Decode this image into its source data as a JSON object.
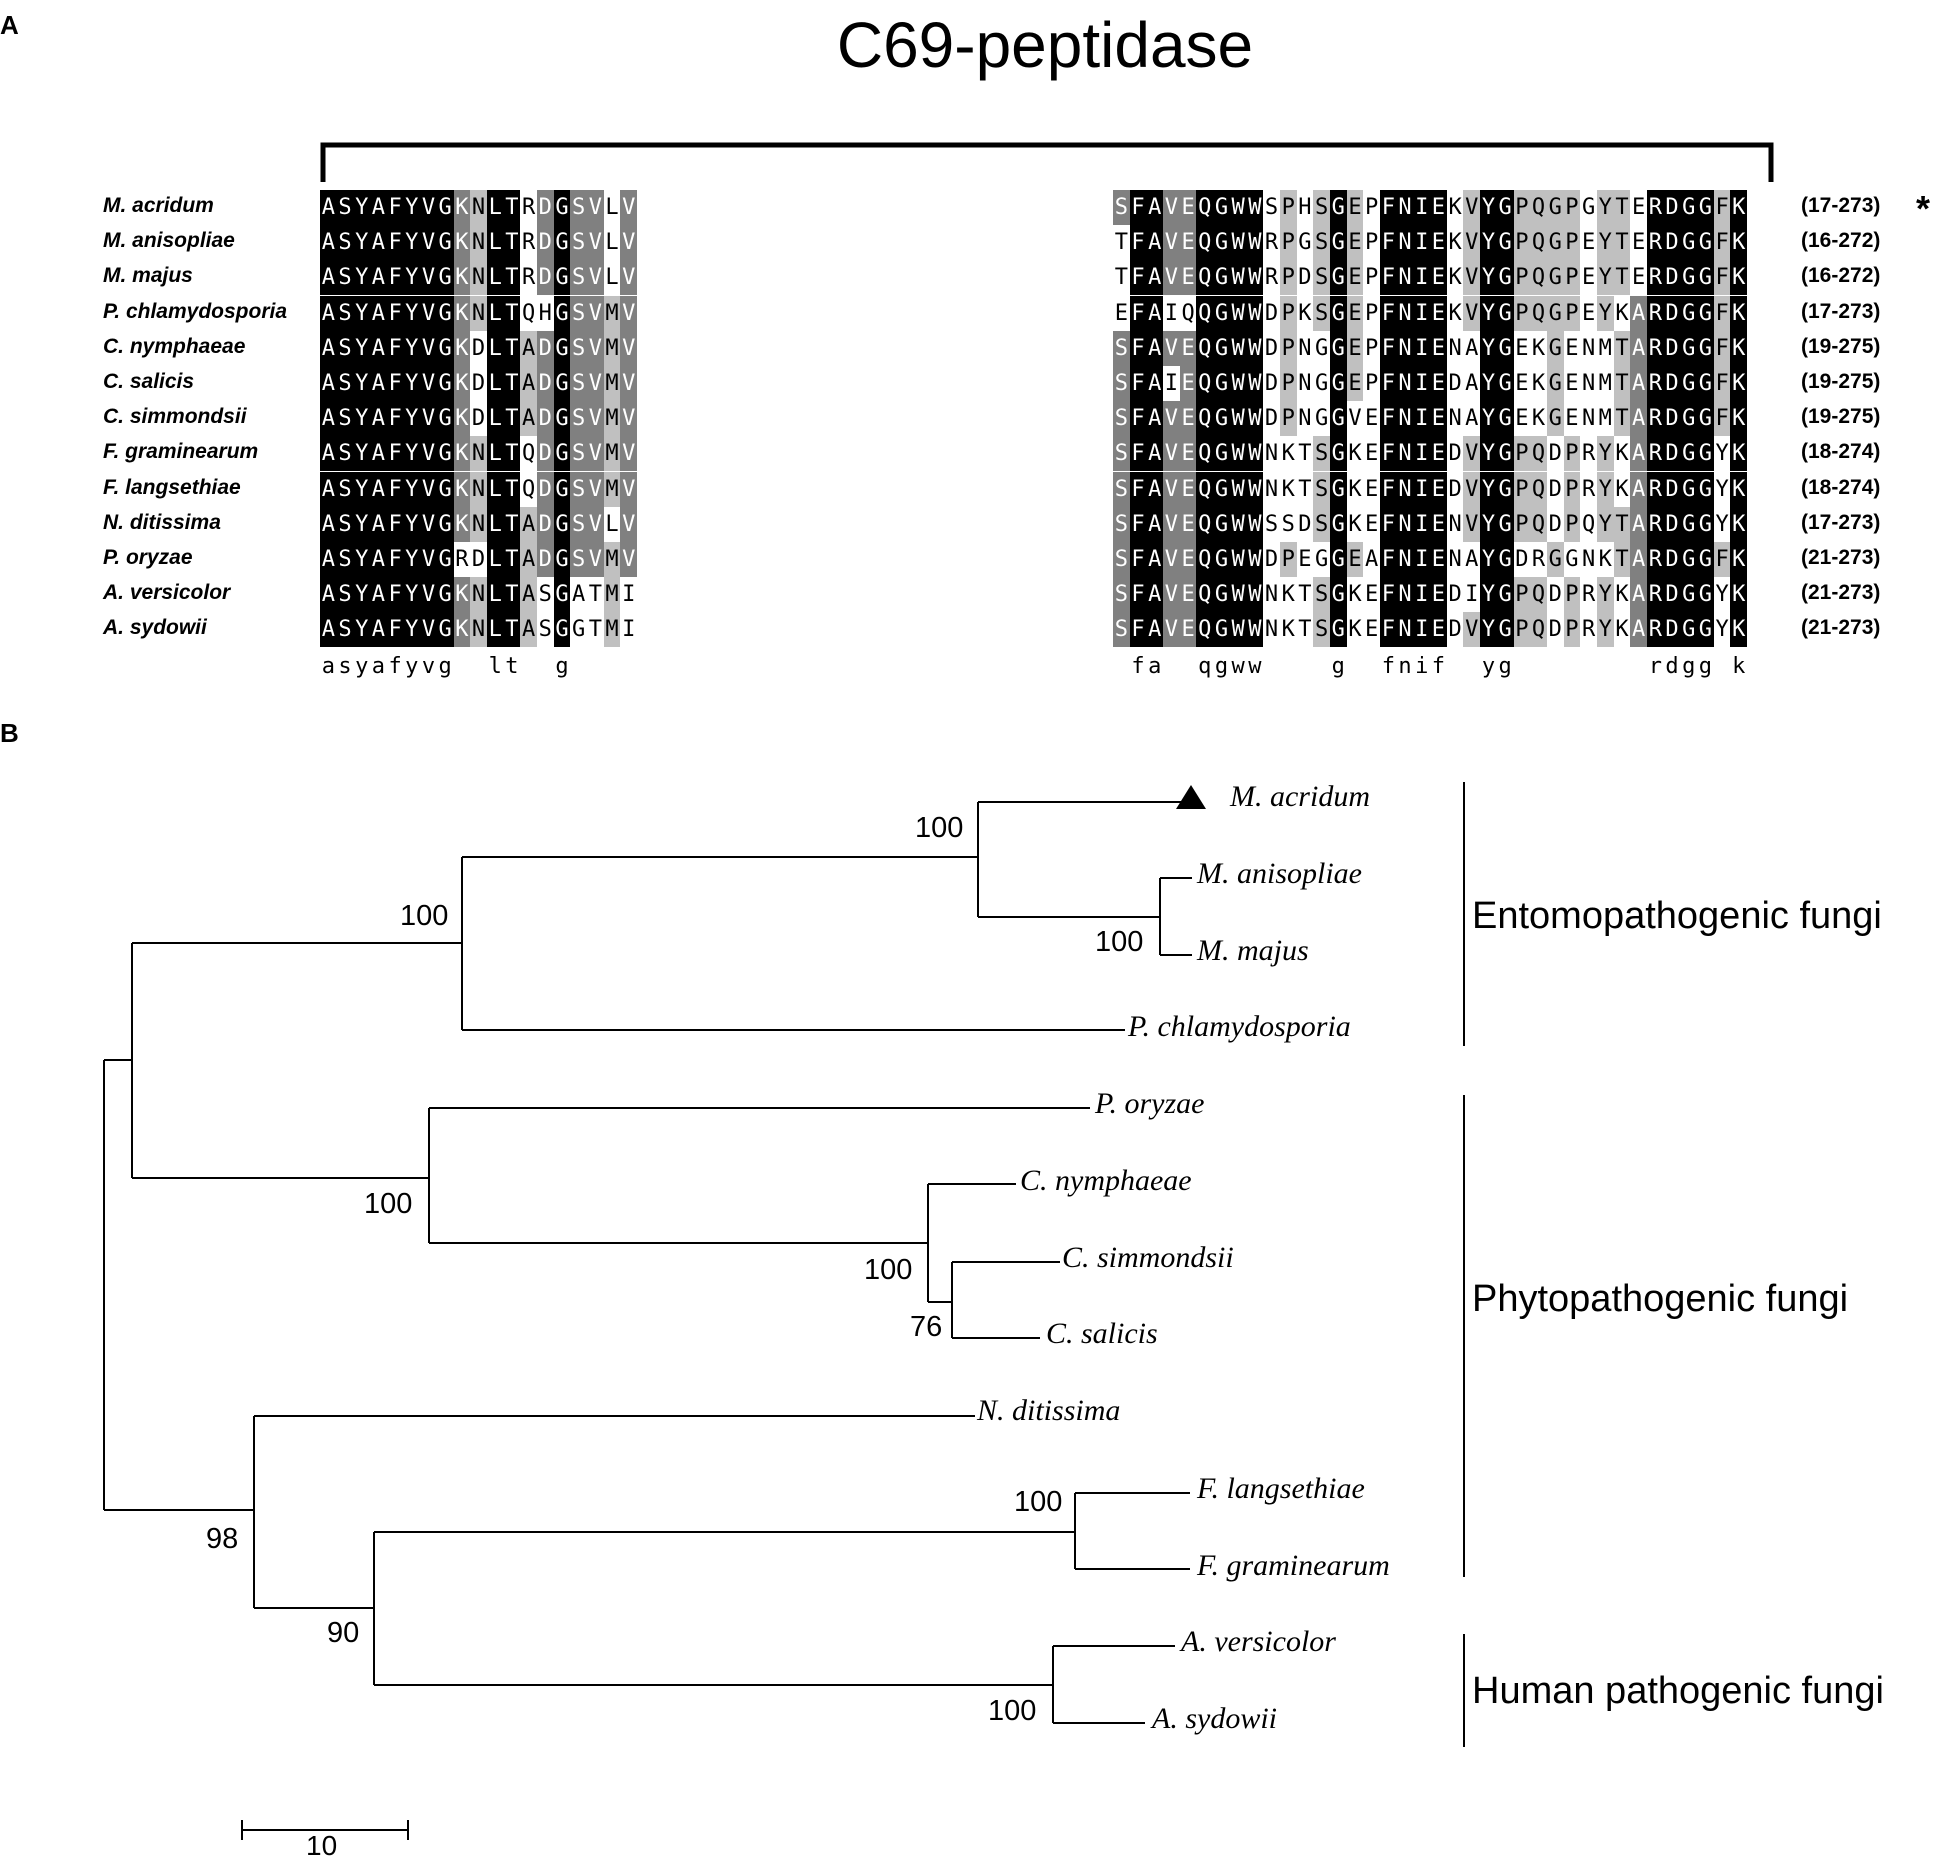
{
  "panel_a_letter": "A",
  "panel_b_letter": "B",
  "title": "C69-peptidase",
  "star": "*",
  "alignment": {
    "rows": [
      {
        "name": "M. acridum",
        "range": "(17-273)",
        "left": "ASYAFYVGKNLTRDGSVLV",
        "right": "SFAVEQGWWSPHSGEPFNIEKVYGPQGPGYTERDGGFK"
      },
      {
        "name": "M. anisopliae",
        "range": "(16-272)",
        "left": "ASYAFYVGKNLTRDGSVLV",
        "right": "TFAVEQGWWRPGSGEPFNIEKVYGPQGPEYTERDGGFK"
      },
      {
        "name": "M. majus",
        "range": "(16-272)",
        "left": "ASYAFYVGKNLTRDGSVLV",
        "right": "TFAVEQGWWRPDSGEPFNIEKVYGPQGPEYTERDGGFK"
      },
      {
        "name": "P. chlamydosporia",
        "range": "(17-273)",
        "left": "ASYAFYVGKNLTQHGSVMV",
        "right": "EFAIQQGWWDPKSGEPFNIEKVYGPQGPEYKARDGGFK"
      },
      {
        "name": "C. nymphaeae",
        "range": "(19-275)",
        "left": "ASYAFYVGKDLTADGSVMV",
        "right": "SFAVEQGWWDPNGGEPFNIENAYGEKGENMTARDGGFK"
      },
      {
        "name": "C. salicis",
        "range": "(19-275)",
        "left": "ASYAFYVGKDLTADGSVMV",
        "right": "SFAIEQGWWDPNGGEPFNIEDAYGEKGENMTARDGGFK"
      },
      {
        "name": "C. simmondsii",
        "range": "(19-275)",
        "left": "ASYAFYVGKDLTADGSVMV",
        "right": "SFAVEQGWWDPNGGVEFNIENAYGEKGENMTARDGGFK"
      },
      {
        "name": "F. graminearum",
        "range": "(18-274)",
        "left": "ASYAFYVGKNLTQDGSVMV",
        "right": "SFAVEQGWWNKTSGKEFNIEDVYGPQDPRYKARDGGYK"
      },
      {
        "name": "F. langsethiae",
        "range": "(18-274)",
        "left": "ASYAFYVGKNLTQDGSVMV",
        "right": "SFAVEQGWWNKTSGKEFNIEDVYGPQDPRYKARDGGYK"
      },
      {
        "name": "N. ditissima",
        "range": "(17-273)",
        "left": "ASYAFYVGKNLTADGSVLV",
        "right": "SFAVEQGWWSSDSGKEFNIENVYGPQDPQYTARDGGYK"
      },
      {
        "name": "P. oryzae",
        "range": "(21-273)",
        "left": "ASYAFYVGRDLTADGSVMV",
        "right": "SFAVEQGWWDPEGGEAFNIENAYGDRGGNKTARDGGFK"
      },
      {
        "name": "A. versicolor",
        "range": "(21-273)",
        "left": "ASYAFYVGKNLTASGATMI",
        "right": "SFAVEQGWWNKTSGKEFNIEDIYGPQDPRYKARDGGYK"
      },
      {
        "name": "A. sydowii",
        "range": "(21-273)",
        "left": "ASYAFYVGKNLTASGGTMI",
        "right": "SFAVEQGWWNKTSGKEFNIEDVYGPQDPRYKARDGGYK"
      }
    ],
    "consensus_left": "asyafyvg  lt  g    ",
    "consensus_right": " fa  qgww    g  fnif  yg        rdgg k",
    "colors": {
      "identical": "#000000",
      "high": "#808080",
      "medium": "#c0c0c0",
      "none": "#ffffff"
    }
  },
  "tree": {
    "tips": [
      {
        "key": "m_acridum",
        "label": "M. acridum",
        "marked": true
      },
      {
        "key": "m_anisopliae",
        "label": "M. anisopliae"
      },
      {
        "key": "m_majus",
        "label": "M. majus"
      },
      {
        "key": "p_chlamydosporia",
        "label": "P. chlamydosporia"
      },
      {
        "key": "p_oryzae",
        "label": "P. oryzae"
      },
      {
        "key": "c_nymphaeae",
        "label": "C. nymphaeae"
      },
      {
        "key": "c_simmondsii",
        "label": "C. simmondsii"
      },
      {
        "key": "c_salicis",
        "label": "C. salicis"
      },
      {
        "key": "n_ditissima",
        "label": "N. ditissima"
      },
      {
        "key": "f_langsethiae",
        "label": "F. langsethiae"
      },
      {
        "key": "f_graminearum",
        "label": "F. graminearum"
      },
      {
        "key": "a_versicolor",
        "label": "A. versicolor"
      },
      {
        "key": "a_sydowii",
        "label": "A. sydowii"
      }
    ],
    "bootstrap": [
      "100",
      "100",
      "100",
      "100",
      "100",
      "76",
      "98",
      "100",
      "90",
      "100"
    ],
    "groups": [
      "Entomopathogenic fungi",
      "Phytopathogenic fungi",
      "Human pathogenic fungi"
    ],
    "scale_bar": "10"
  }
}
